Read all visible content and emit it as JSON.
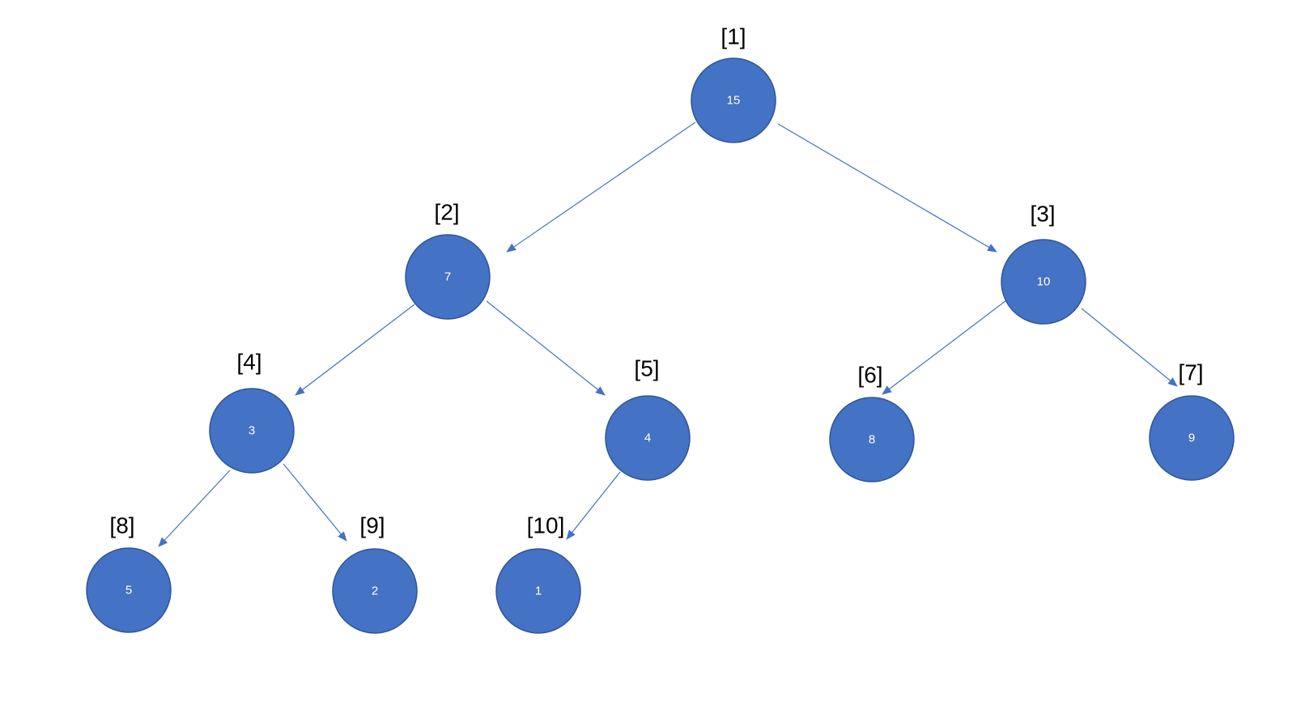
{
  "colors": {
    "node_fill": "#4472c4",
    "node_border": "#2f5597",
    "edge": "#4472c4",
    "label": "#000000"
  },
  "nodes": [
    {
      "id": "n1",
      "index": "[1]",
      "value": "15"
    },
    {
      "id": "n2",
      "index": "[2]",
      "value": "7"
    },
    {
      "id": "n3",
      "index": "[3]",
      "value": "10"
    },
    {
      "id": "n4",
      "index": "[4]",
      "value": "3"
    },
    {
      "id": "n5",
      "index": "[5]",
      "value": "4"
    },
    {
      "id": "n6",
      "index": "[6]",
      "value": "8"
    },
    {
      "id": "n7",
      "index": "[7]",
      "value": "9"
    },
    {
      "id": "n8",
      "index": "[8]",
      "value": "5"
    },
    {
      "id": "n9",
      "index": "[9]",
      "value": "2"
    },
    {
      "id": "n10",
      "index": "[10]",
      "value": "1"
    }
  ],
  "edges": [
    {
      "from": "n1",
      "to": "n2"
    },
    {
      "from": "n1",
      "to": "n3"
    },
    {
      "from": "n2",
      "to": "n4"
    },
    {
      "from": "n2",
      "to": "n5"
    },
    {
      "from": "n3",
      "to": "n6"
    },
    {
      "from": "n3",
      "to": "n7"
    },
    {
      "from": "n4",
      "to": "n8"
    },
    {
      "from": "n4",
      "to": "n9"
    },
    {
      "from": "n5",
      "to": "n10"
    }
  ]
}
